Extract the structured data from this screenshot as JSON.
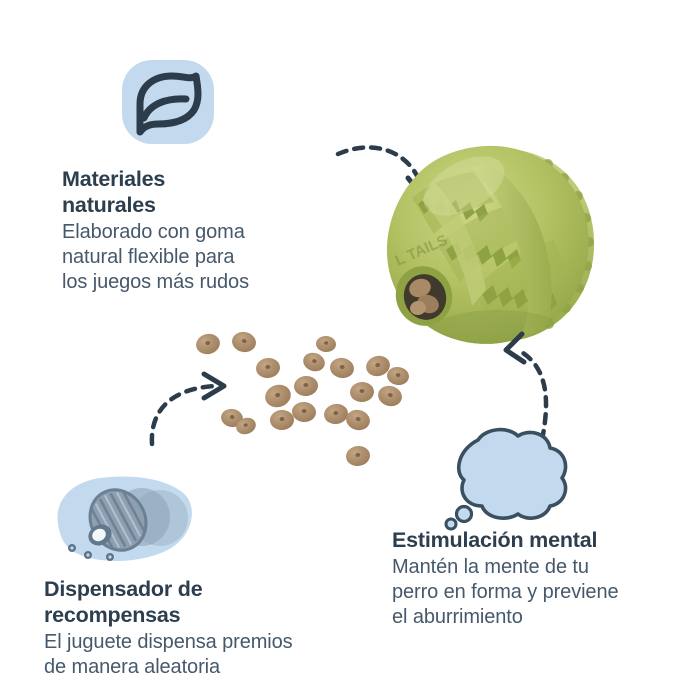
{
  "page": {
    "background_color": "#ffffff",
    "language": "es"
  },
  "theme": {
    "title_color": "#2d3e4e",
    "body_color": "#46596b",
    "icon_accent_blue": "#c3daee",
    "icon_outline_dark": "#2c3c4a",
    "product_green_light": "#c2cd78",
    "product_green_mid": "#a9bb55",
    "product_green_dark": "#8fa245",
    "kibble_brown": "#a98a66",
    "arrow_color": "#2c3c4a"
  },
  "features": [
    {
      "id": "materiales-naturales",
      "icon": "leaf-icon",
      "title": "Materiales\nnaturales",
      "body": "Elaborado con goma\nnatural flexible para\nlos juegos más rudos"
    },
    {
      "id": "dispensador-recompensas",
      "icon": "treat-dispenser-icon",
      "title": "Dispensador de\nrecompensas",
      "body": "El juguete dispensa premios\nde manera aleatoria"
    },
    {
      "id": "estimulacion-mental",
      "icon": "thought-bubble-icon",
      "title": "Estimulación mental",
      "body": "Mantén la mente de tu\nperro en forma y previene\nel aburrimiento"
    }
  ],
  "product": {
    "name": "green-rubber-treat-dispensing-dog-toy",
    "embossed_text": "L TAILS",
    "color": "#a9bb55"
  },
  "kibble": {
    "name": "dog-treat-kibble-scatter",
    "count": 19,
    "color": "#a98a66"
  },
  "arrows": [
    {
      "id": "arrow-to-product-top",
      "style": "dashed-curved",
      "direction": "down-right"
    },
    {
      "id": "arrow-to-kibble-left",
      "style": "dashed-curved",
      "direction": "up-right"
    },
    {
      "id": "arrow-to-product-bottom",
      "style": "dashed-curved",
      "direction": "up-left"
    }
  ]
}
